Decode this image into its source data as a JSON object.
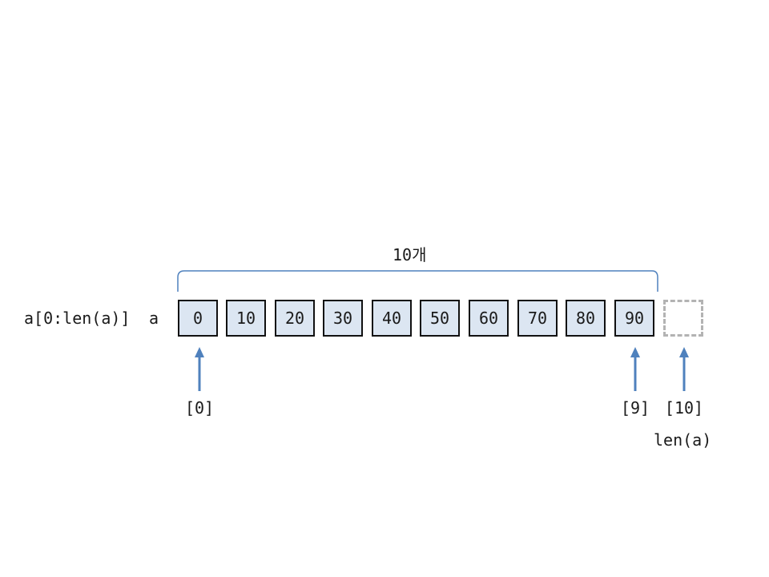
{
  "count_label": "10개",
  "slice_label": "a[0:len(a)]",
  "var_label": "a",
  "cells": [
    {
      "value": "0"
    },
    {
      "value": "10"
    },
    {
      "value": "20"
    },
    {
      "value": "30"
    },
    {
      "value": "40"
    },
    {
      "value": "50"
    },
    {
      "value": "60"
    },
    {
      "value": "70"
    },
    {
      "value": "80"
    },
    {
      "value": "90"
    },
    {
      "value": ""
    }
  ],
  "index_labels": {
    "first": "[0]",
    "last": "[9]",
    "past_end": "[10]"
  },
  "len_label": "len(a)",
  "colors": {
    "cell_fill": "#dce6f2",
    "cell_border": "#111111",
    "empty_border": "#b3b3b3",
    "arrow": "#4f81bd",
    "brace": "#4f81bd"
  }
}
